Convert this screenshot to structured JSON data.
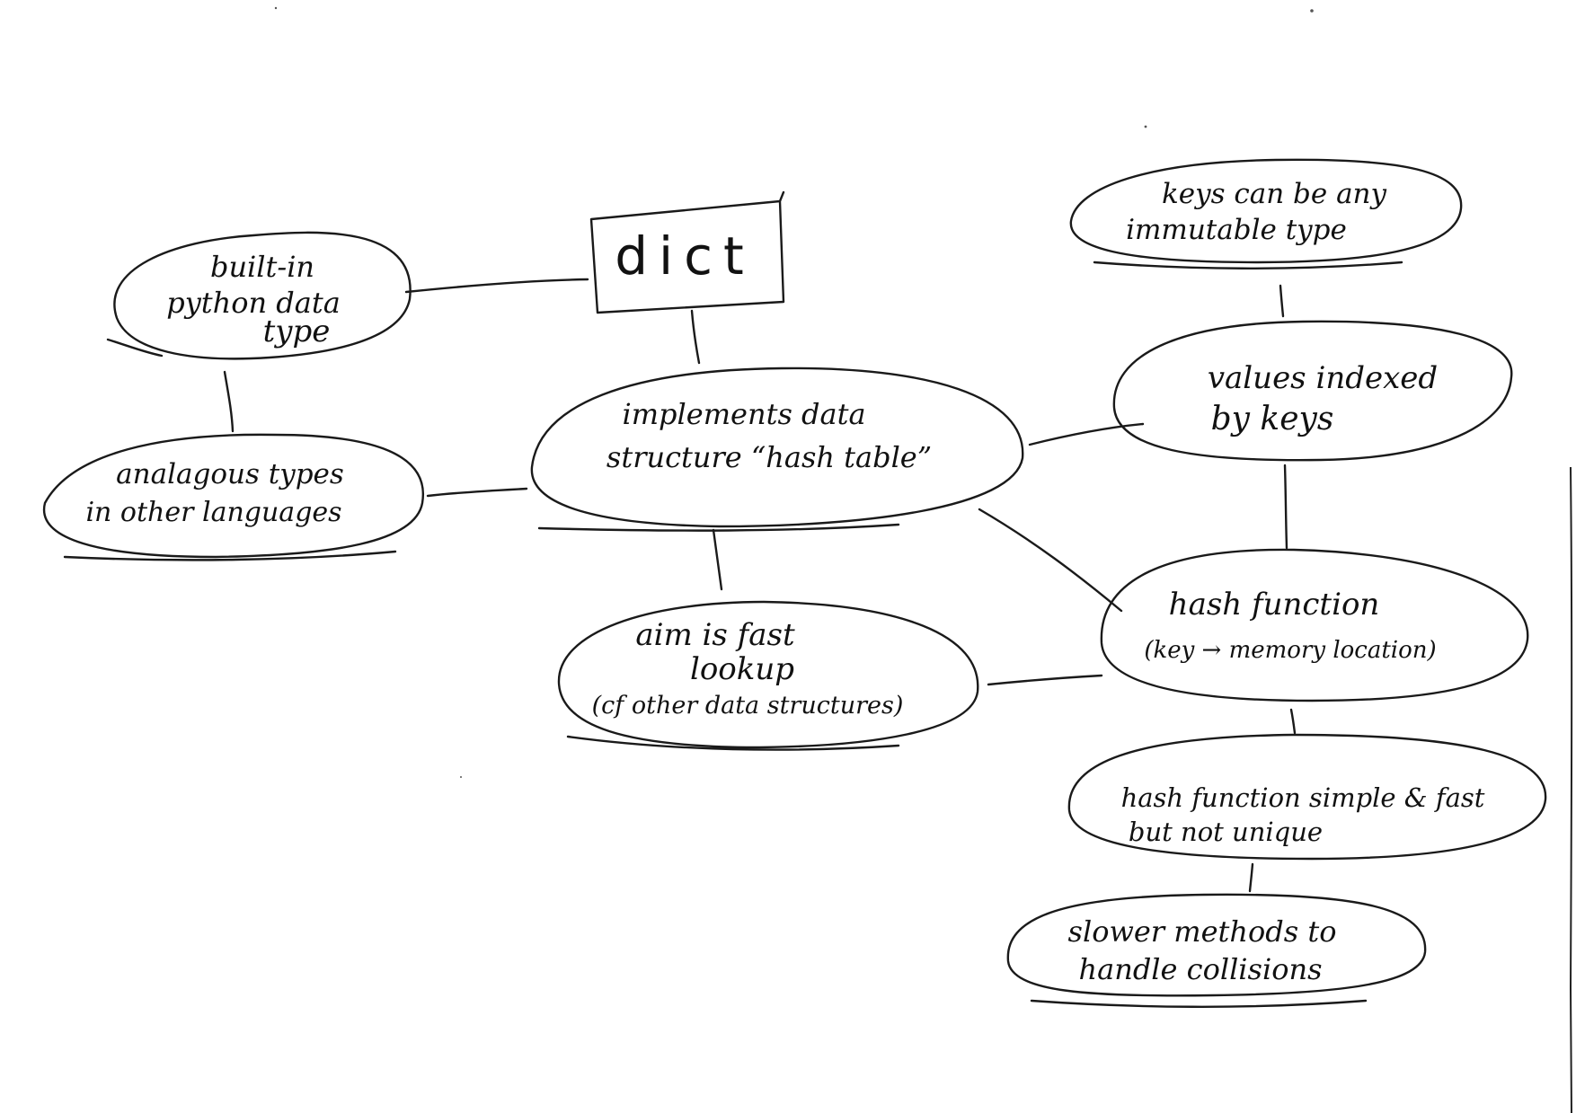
{
  "root": {
    "id": "dict",
    "label": "dict"
  },
  "nodes": [
    {
      "id": "builtin",
      "lines": [
        "built-in",
        "python data",
        "type"
      ]
    },
    {
      "id": "analogous",
      "lines": [
        "analagous types",
        "in other languages"
      ]
    },
    {
      "id": "hashtable",
      "lines": [
        "implements data",
        "structure “hash table”"
      ]
    },
    {
      "id": "fastlookup",
      "lines": [
        "aim is fast",
        "lookup",
        "(cf other data structures)"
      ]
    },
    {
      "id": "immutable",
      "lines": [
        "keys can be any",
        "immutable type"
      ]
    },
    {
      "id": "indexed",
      "lines": [
        "values indexed",
        "by keys"
      ]
    },
    {
      "id": "hashfunc",
      "lines": [
        "hash function",
        "(key → memory location)"
      ]
    },
    {
      "id": "notunique",
      "lines": [
        "hash function simple & fast",
        "but not unique"
      ]
    },
    {
      "id": "collisions",
      "lines": [
        "slower methods to",
        "handle collisions"
      ]
    }
  ],
  "edges": [
    {
      "from": "builtin",
      "to": "dict"
    },
    {
      "from": "builtin",
      "to": "analogous"
    },
    {
      "from": "dict",
      "to": "hashtable"
    },
    {
      "from": "analogous",
      "to": "hashtable"
    },
    {
      "from": "hashtable",
      "to": "fastlookup"
    },
    {
      "from": "hashtable",
      "to": "indexed"
    },
    {
      "from": "hashtable",
      "to": "hashfunc"
    },
    {
      "from": "immutable",
      "to": "indexed"
    },
    {
      "from": "indexed",
      "to": "hashfunc"
    },
    {
      "from": "fastlookup",
      "to": "hashfunc"
    },
    {
      "from": "hashfunc",
      "to": "notunique"
    },
    {
      "from": "notunique",
      "to": "collisions"
    }
  ],
  "style": {
    "ink": "#1a1a1a",
    "paper": "#ffffff"
  }
}
